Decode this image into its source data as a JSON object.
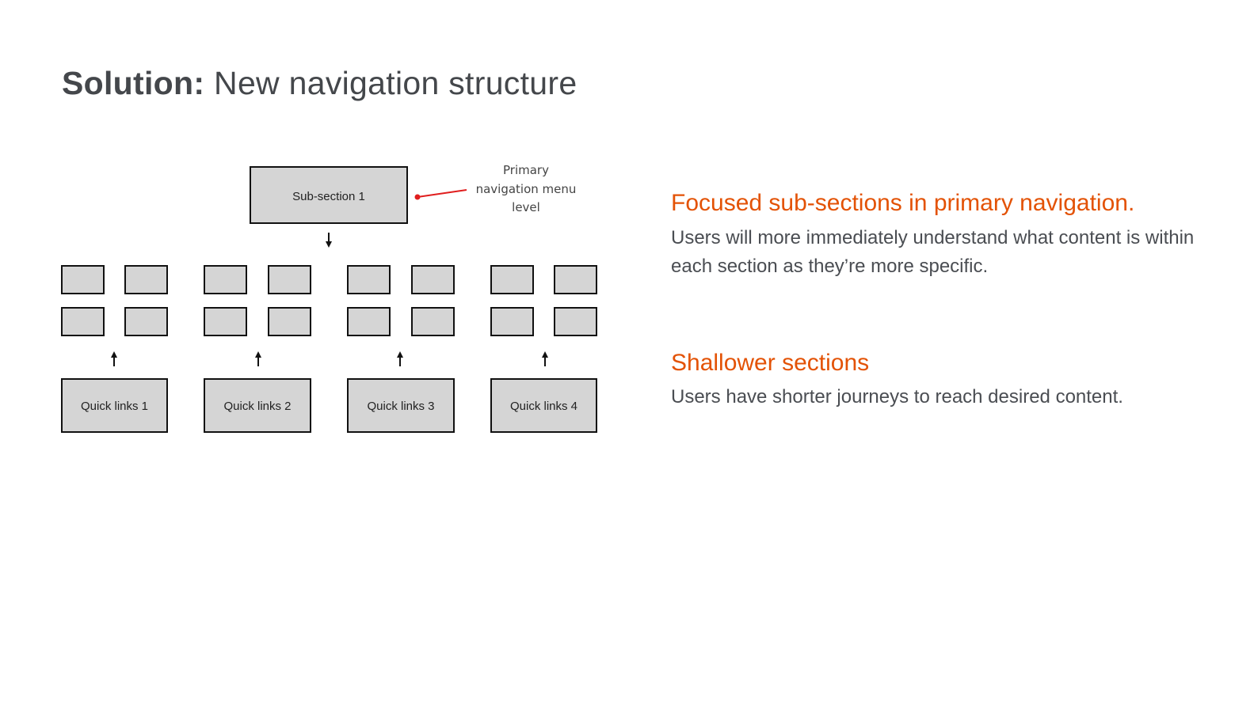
{
  "title": {
    "bold": "Solution:",
    "rest": "New navigation structure"
  },
  "diagram": {
    "top_box_label": "Sub-section 1",
    "annotation_lines": [
      "Primary",
      "navigation menu",
      "level"
    ],
    "quick_links": [
      "Quick links 1",
      "Quick links 2",
      "Quick links 3",
      "Quick links 4"
    ]
  },
  "points": [
    {
      "heading": "Focused sub-sections in primary navigation.",
      "body": "Users will more immediately understand what content is within each section as they’re more specific."
    },
    {
      "heading": "Shallower sections",
      "body": "Users have shorter journeys to reach desired content."
    }
  ],
  "colors": {
    "accent": "#e35205",
    "annotation_red": "#e01e1e",
    "box_fill": "#d5d5d5"
  }
}
